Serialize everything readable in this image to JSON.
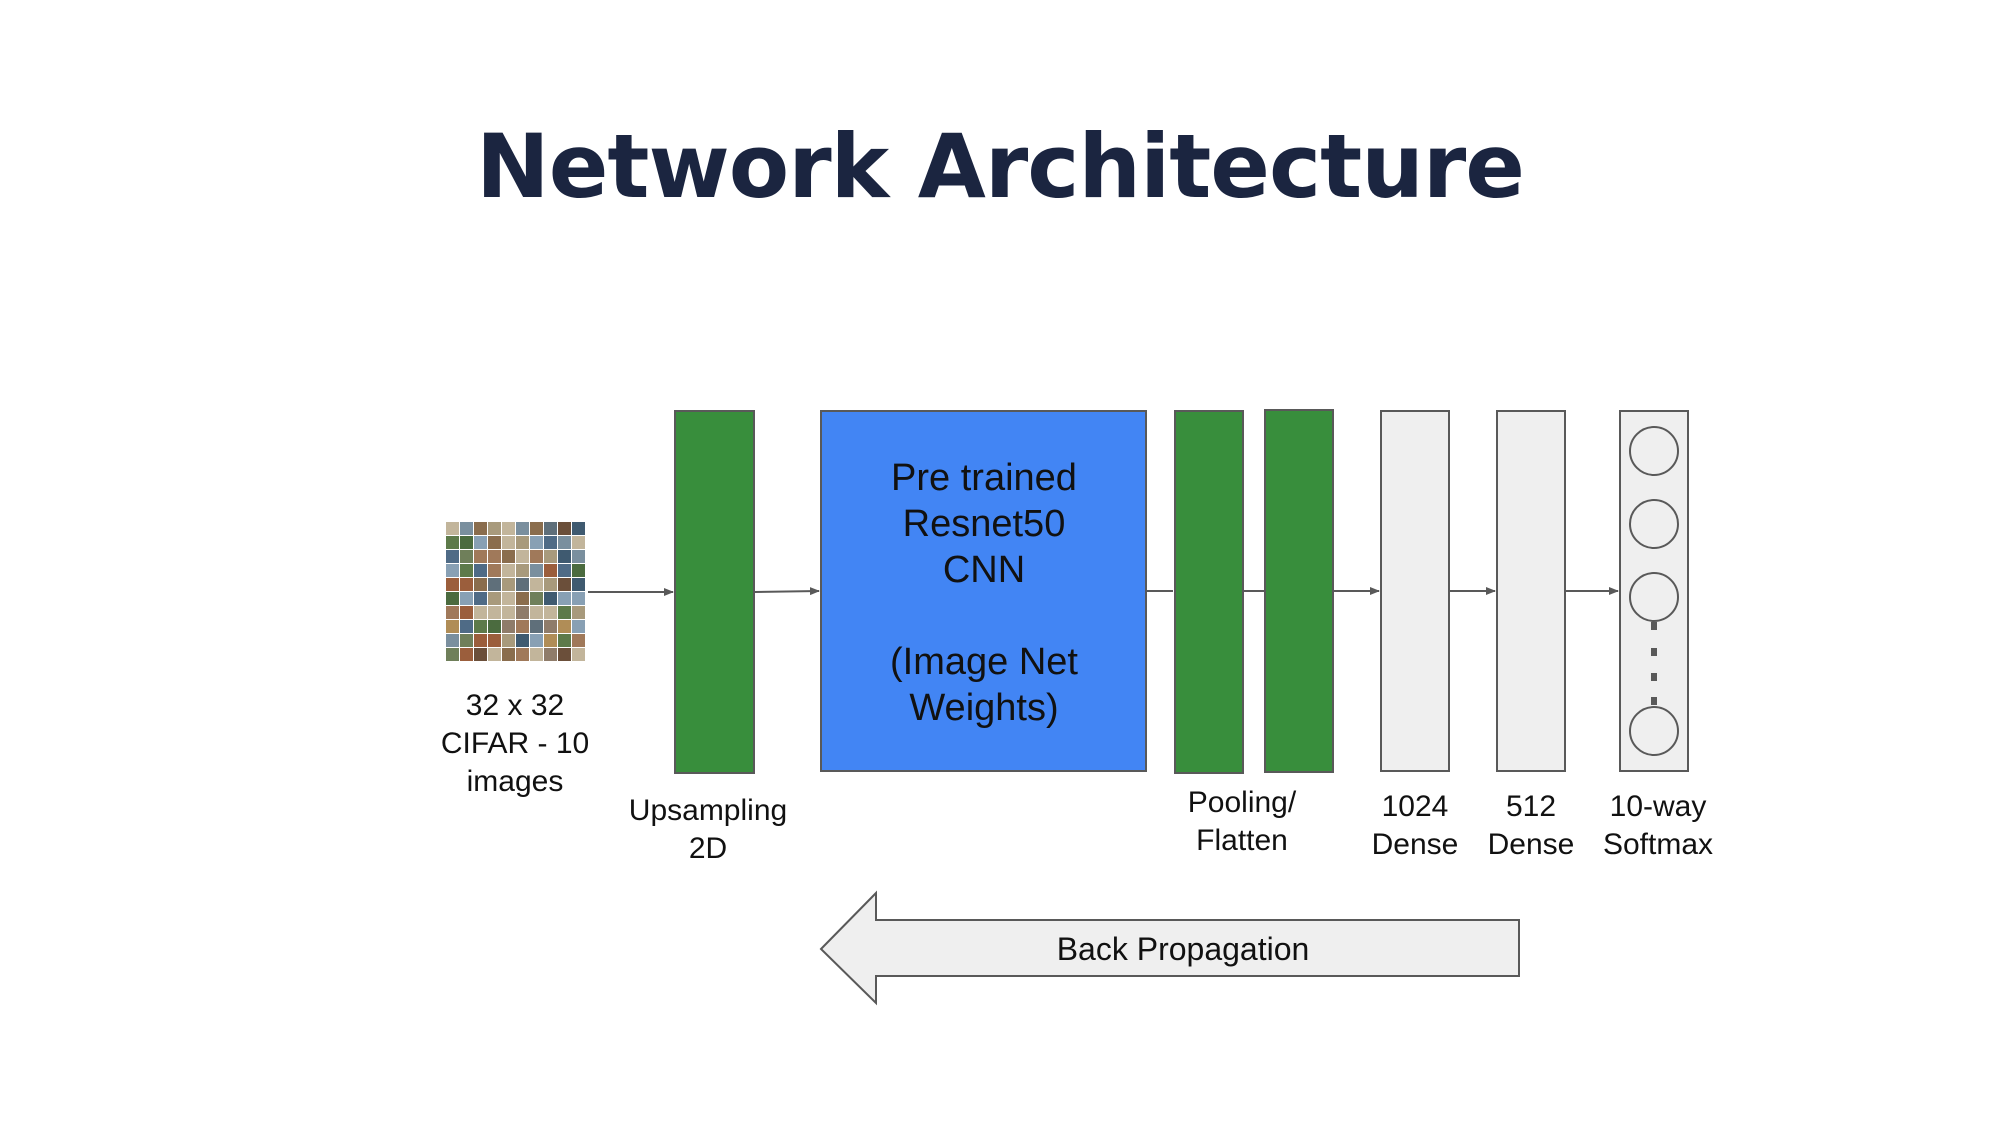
{
  "title": "Network Architecture",
  "colors": {
    "title": "#1b2540",
    "green_layer": "#388e3c",
    "blue_block": "#4285f4",
    "grey_layer": "#efefef",
    "outline": "#595959",
    "arrow": "#595959"
  },
  "input": {
    "thumbnail_icon": "cifar-image-grid",
    "label_lines": [
      "32 x 32",
      "CIFAR - 10",
      "images"
    ]
  },
  "upsampling": {
    "label_lines": [
      "Upsampling",
      "2D"
    ]
  },
  "resnet": {
    "lines": [
      "Pre trained",
      "Resnet50",
      "CNN",
      "",
      "(Image Net",
      "Weights)"
    ]
  },
  "pooling": {
    "label_lines": [
      "Pooling/",
      "Flatten"
    ]
  },
  "dense_1024": {
    "label_lines": [
      "1024",
      "Dense"
    ]
  },
  "dense_512": {
    "label_lines": [
      "512",
      "Dense"
    ]
  },
  "softmax": {
    "label_lines": [
      "10-way",
      "Softmax"
    ]
  },
  "backprop": {
    "label": "Back Propagation"
  }
}
